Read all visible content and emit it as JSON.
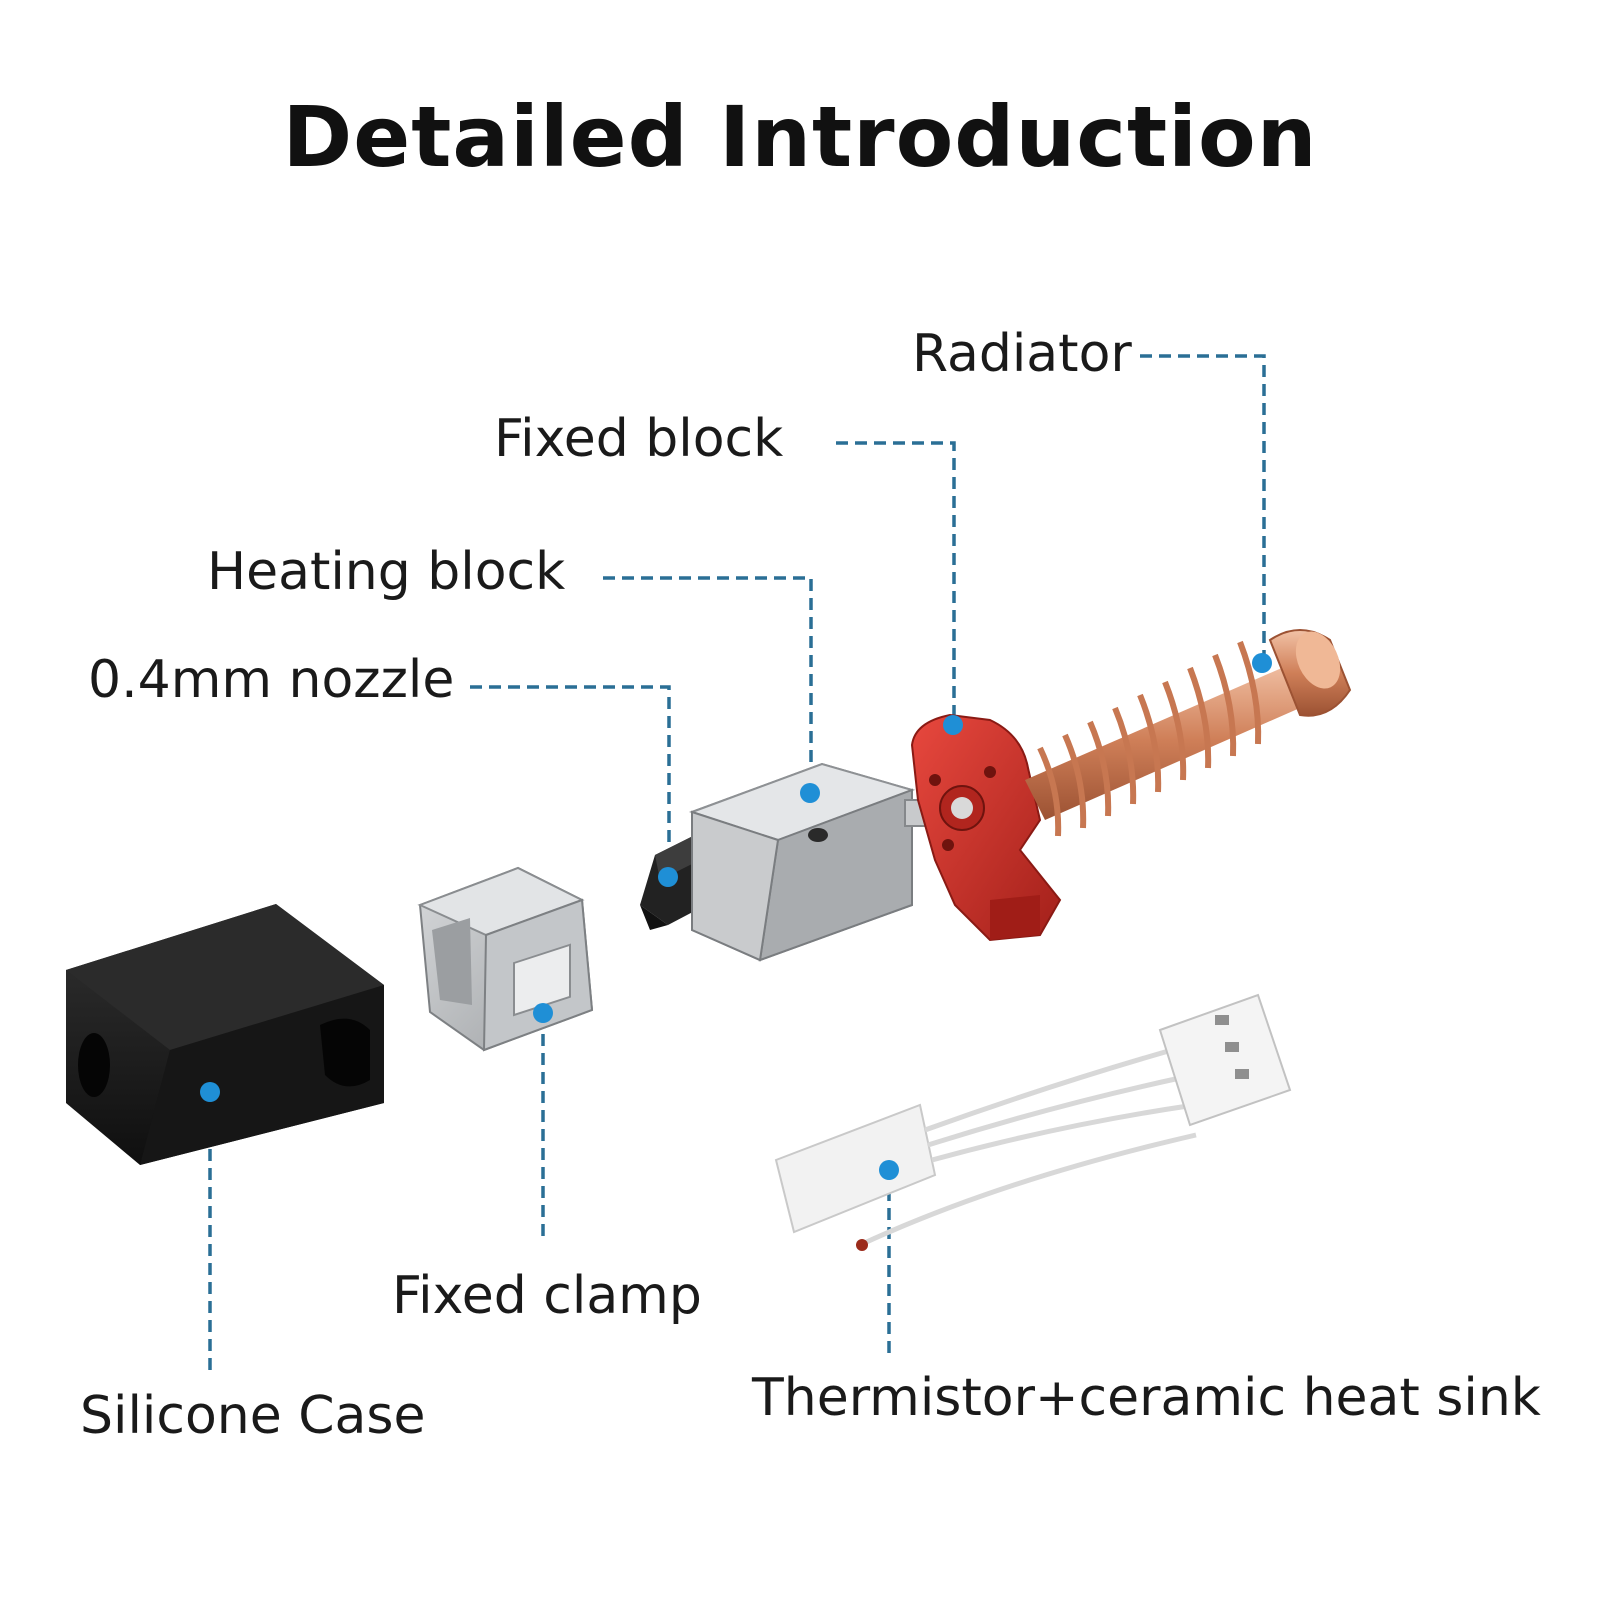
{
  "title": "Detailed Introduction",
  "colors": {
    "leader": "#2a6f95",
    "dot": "#1f8fd6",
    "radiator_copper": "#d9906a",
    "fixed_block_red": "#cc2a22",
    "heating_block_silver": "#b9bcbf",
    "silicone_black": "#1c1c1c"
  },
  "parts": [
    {
      "id": "radiator",
      "label": "Radiator"
    },
    {
      "id": "fixed_block",
      "label": "Fixed block"
    },
    {
      "id": "heating_block",
      "label": "Heating block"
    },
    {
      "id": "nozzle",
      "label": "0.4mm nozzle"
    },
    {
      "id": "fixed_clamp",
      "label": "Fixed clamp"
    },
    {
      "id": "silicone_case",
      "label": "Silicone Case"
    },
    {
      "id": "thermistor",
      "label": "Thermistor+ceramic heat sink"
    }
  ]
}
